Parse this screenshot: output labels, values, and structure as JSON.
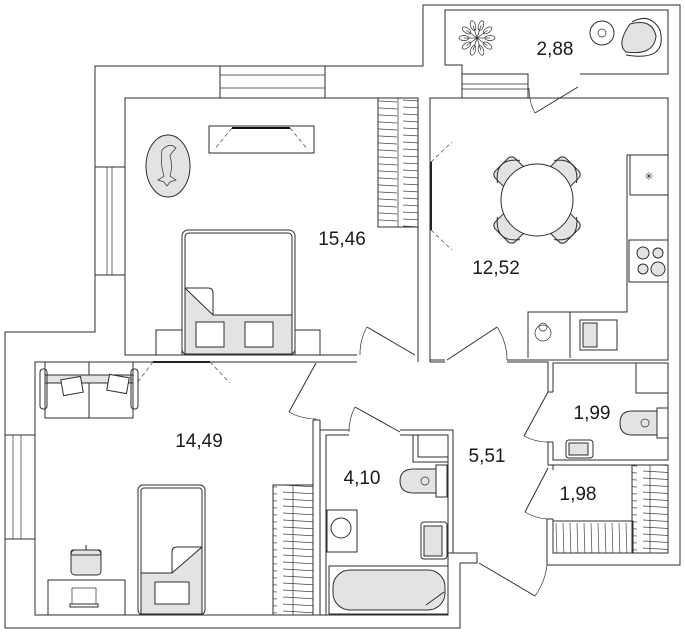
{
  "rooms": [
    {
      "id": "balcony",
      "area": "2,88"
    },
    {
      "id": "bedroom-main",
      "area": "15,46"
    },
    {
      "id": "kitchen",
      "area": "12,52"
    },
    {
      "id": "bedroom-second",
      "area": "14,49"
    },
    {
      "id": "bathroom",
      "area": "4,10"
    },
    {
      "id": "hallway",
      "area": "5,51"
    },
    {
      "id": "wc",
      "area": "1,99"
    },
    {
      "id": "storage",
      "area": "1,98"
    }
  ],
  "colors": {
    "line": "#2e2e2e",
    "furniture_fill": "#e3e3e3",
    "background": "#ffffff"
  }
}
